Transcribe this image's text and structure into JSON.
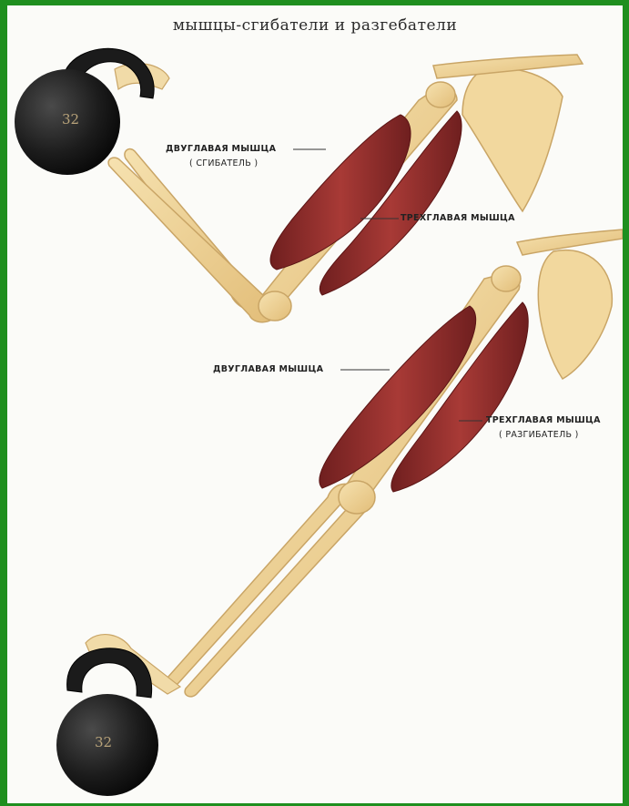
{
  "title": "мышцы-сгибатели и разгебатели",
  "top_arm": {
    "biceps_label": "ДВУГЛАВАЯ МЫШЦА",
    "biceps_role": "( СГИБАТЕЛЬ )",
    "triceps_label": "ТРЕХГЛАВАЯ МЫШЦА",
    "kettlebell_number": "32"
  },
  "bottom_arm": {
    "biceps_label": "ДВУГЛАВАЯ МЫШЦА",
    "triceps_label": "ТРЕХГЛАВАЯ МЫШЦА",
    "triceps_role": "( РАЗГИБАТЕЛЬ )",
    "kettlebell_number": "32"
  },
  "colors": {
    "frame": "#1f8f1f",
    "bone": "#f0d49a",
    "muscle": "#8e2a2a",
    "kettlebell": "#1b1b1b"
  }
}
